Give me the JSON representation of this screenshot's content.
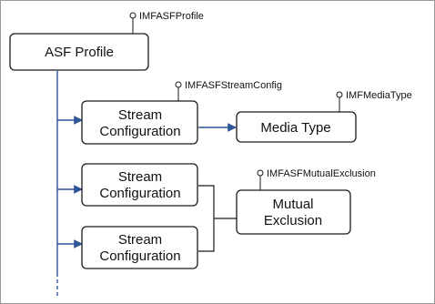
{
  "nodes": {
    "asf_profile": {
      "label": "ASF Profile",
      "interface": "IMFASFProfile"
    },
    "stream_config_1": {
      "label_line1": "Stream",
      "label_line2": "Configuration",
      "interface": "IMFASFStreamConfig"
    },
    "media_type": {
      "label": "Media Type",
      "interface": "IMFMediaType"
    },
    "stream_config_2": {
      "label_line1": "Stream",
      "label_line2": "Configuration"
    },
    "stream_config_3": {
      "label_line1": "Stream",
      "label_line2": "Configuration"
    },
    "mutual_exclusion": {
      "label_line1": "Mutual",
      "label_line2": "Exclusion",
      "interface": "IMFASFMutualExclusion"
    }
  },
  "colors": {
    "box_border": "#1a1a1a",
    "box_fill": "#ffffff",
    "arrow": "#2f5597",
    "connector": "#1a1a1a",
    "frame": "#9a9a9a"
  }
}
